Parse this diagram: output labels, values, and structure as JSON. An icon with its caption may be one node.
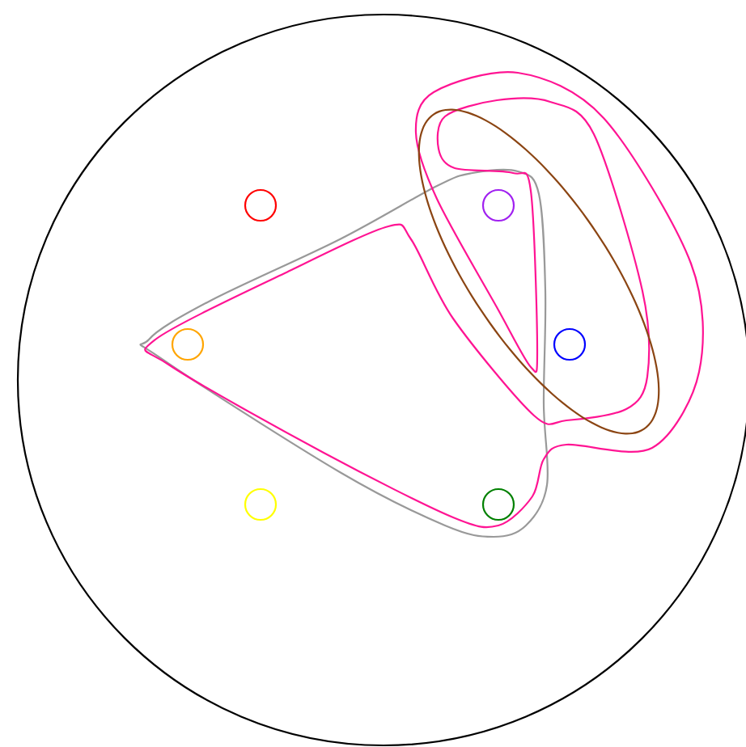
{
  "diagram": {
    "nodes": [
      {
        "text": [],
        "shape": "circle"
      },
      {
        "text": [],
        "shape": "circle",
        "in": 0
      },
      {
        "text": [],
        "shape": "circle",
        "in": 0
      },
      {
        "text": [],
        "shape": "circle",
        "in": 0
      },
      {
        "text": [],
        "shape": "circle",
        "in": 0
      },
      {
        "text": [],
        "shape": "circle",
        "in": 0
      },
      {
        "text": [],
        "shape": "circle",
        "in": 0
      }
    ]
  }
}
